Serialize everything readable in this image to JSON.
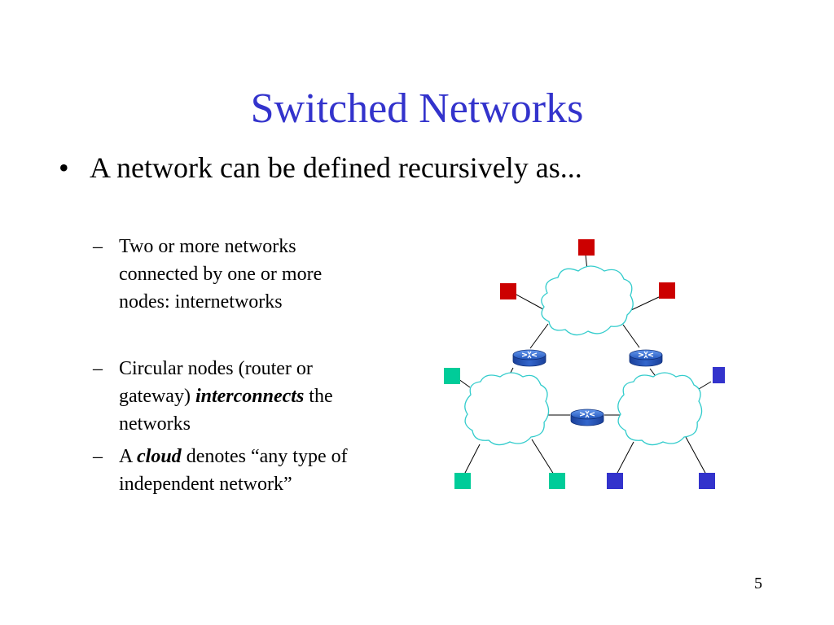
{
  "slide": {
    "title": "Switched Networks",
    "bullet_marker": "•",
    "bullet": "A network can be defined recursively as...",
    "sub_marker": "–",
    "sub1": {
      "lines": [
        "Two or more networks",
        "connected by one or more",
        "nodes: internetworks"
      ]
    },
    "sub2": {
      "line1": "Circular nodes (router or",
      "line2_pre": "gateway) ",
      "line2_em": "interconnects",
      "line2_post": " the",
      "line3": "networks"
    },
    "sub3": {
      "line1_pre": "A ",
      "line1_em": "cloud",
      "line1_post": " denotes “any type of",
      "line2": "independent network”"
    },
    "page_number": "5"
  },
  "colors": {
    "title": "#3333cc",
    "cloud_stroke": "#33cccc",
    "node_red": "#cc0000",
    "node_teal": "#00cc99",
    "node_blue": "#3333cc",
    "router": "#3366cc"
  }
}
